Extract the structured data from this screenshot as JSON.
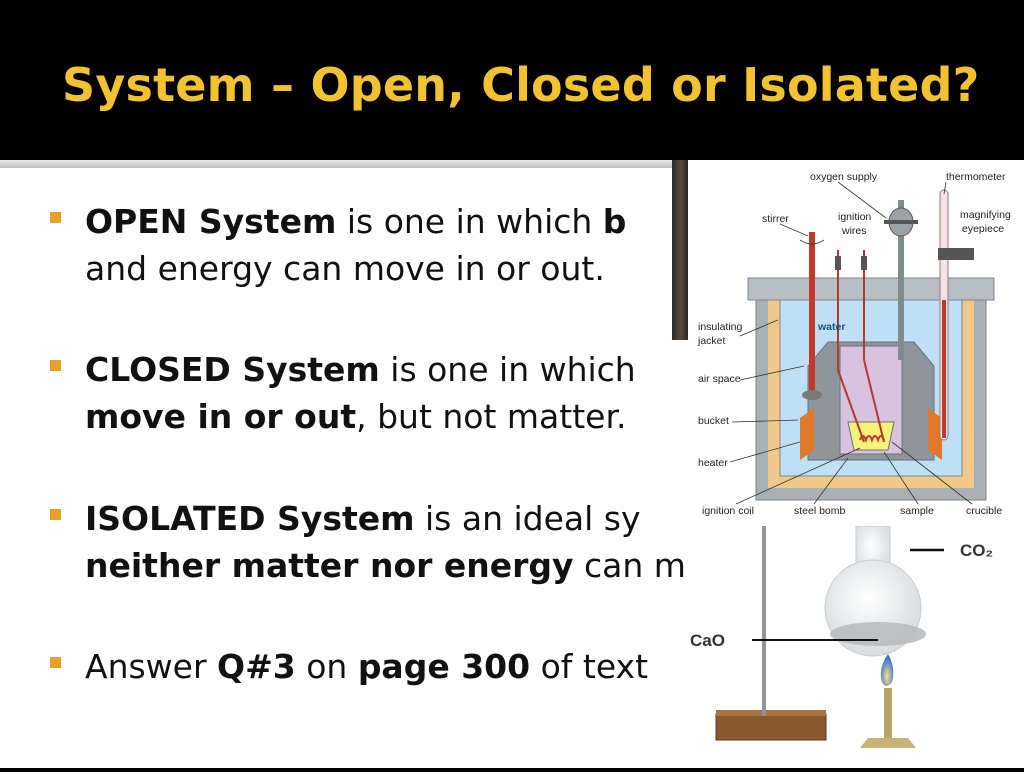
{
  "slide": {
    "title": "System – Open, Closed or Isolated?"
  },
  "bullets": [
    {
      "l1": [
        {
          "t": "OPEN System",
          "b": true
        },
        {
          "t": " is one in which ",
          "b": false
        },
        {
          "t": "b",
          "b": true
        }
      ],
      "l2": [
        {
          "t": "and energy can move in or out.",
          "b": false
        }
      ]
    },
    {
      "l1": [
        {
          "t": "CLOSED System",
          "b": true
        },
        {
          "t": " is one in which",
          "b": false
        }
      ],
      "l2": [
        {
          "t": "move in or out",
          "b": true
        },
        {
          "t": ", but not matter.",
          "b": false
        }
      ]
    },
    {
      "l1": [
        {
          "t": "ISOLATED System",
          "b": true
        },
        {
          "t": " is an ideal sy",
          "b": false
        }
      ],
      "l2": [
        {
          "t": "neither matter nor energy",
          "b": true
        },
        {
          "t": " can m",
          "b": false
        }
      ]
    },
    {
      "l1": [
        {
          "t": "Answer ",
          "b": false
        },
        {
          "t": "Q#3",
          "b": true
        },
        {
          "t": " on ",
          "b": false
        },
        {
          "t": "page 300",
          "b": true
        },
        {
          "t": " of text",
          "b": false
        }
      ]
    }
  ],
  "calorimeter": {
    "labels": {
      "oxygen_supply": "oxygen supply",
      "thermometer": "thermometer",
      "stirrer": "stirrer",
      "ignition_wires_1": "ignition",
      "ignition_wires_2": "wires",
      "magnifying_1": "magnifying",
      "magnifying_2": "eyepiece",
      "insulating_1": "insulating",
      "insulating_2": "jacket",
      "water": "water",
      "air_space": "air space",
      "bucket": "bucket",
      "heater": "heater",
      "ignition_coil": "ignition coil",
      "steel_bomb": "steel bomb",
      "sample": "sample",
      "crucible": "crucible"
    }
  },
  "flask": {
    "co2": "CO₂",
    "cao": "CaO"
  },
  "colors": {
    "title": "#f2c230",
    "bullet_marker": "#e8a02a",
    "water": "#bfe0f4",
    "insulation": "#f2c88a",
    "jacket_wall": "#a9b0b6",
    "bomb": "#d8c2df",
    "heater": "#e07a2a"
  }
}
